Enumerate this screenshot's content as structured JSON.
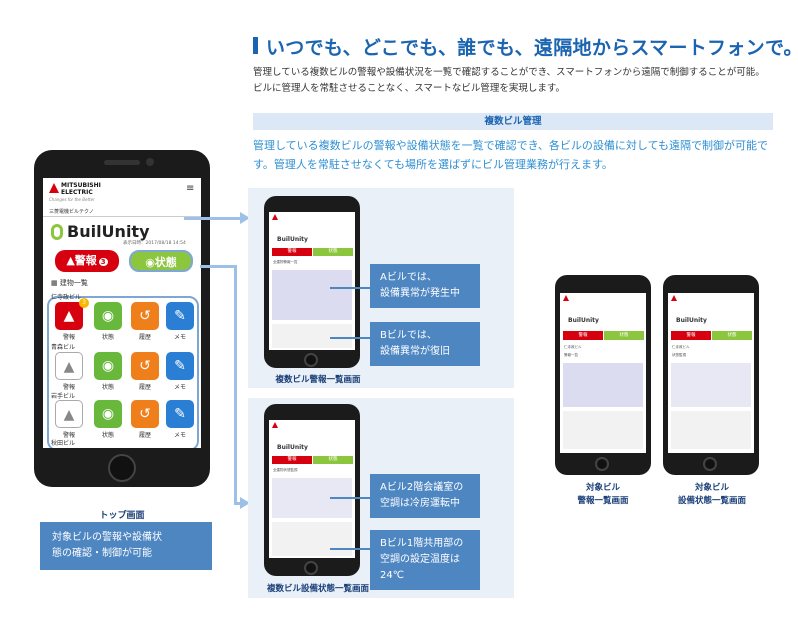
{
  "heading": {
    "title": "いつでも、どこでも、誰でも、遠隔地からスマートフォンで。",
    "lead": "管理している複数ビルの警報や設備状況を一覧で確認することができ、スマートフォンから遠隔で制御することが可能。ビルに管理人を常駐させることなく、スマートなビル管理を実現します。"
  },
  "section": {
    "band": "複数ビル管理",
    "desc": "管理している複数ビルの警報や設備状態を一覧で確認でき、各ビルの設備に対しても遠隔で制御が可能です。管理人を常駐させなくても場所を選ばずにビル管理業務が行えます。"
  },
  "main_phone": {
    "brand_line1": "MITSUBISHI",
    "brand_line2": "ELECTRIC",
    "brand_tagline": "Changes for the Better",
    "company": "三菱電機ビルテクノ",
    "app_title": "BuilUnity",
    "timestamp": "表示日時：2017/08/18 14:54",
    "btn_alarm": "警報",
    "alarm_count": "3",
    "btn_state": "状態",
    "list_label": "建物一覧",
    "buildings": [
      {
        "name": "仁寺政ビル",
        "badge": "3"
      },
      {
        "name": "青森ビル"
      },
      {
        "name": "岩手ビル"
      },
      {
        "name": "秋田ビル"
      }
    ],
    "tile_labels": [
      "警報",
      "状態",
      "履歴",
      "メモ"
    ]
  },
  "callouts": {
    "a": "Aビルでは、\n設備異常が発生中",
    "b": "Bビルでは、\n設備異常が復旧",
    "c": "Aビル2階会議室の\n空調は冷房運転中",
    "d": "Bビル1階共用部の\n空調の設定温度は24℃"
  },
  "captions": {
    "alarm_list": "複数ビル警報一覧画面",
    "state_list": "複数ビル設備状態一覧画面",
    "top": "トップ画面",
    "target_alarm": "対象ビル\n警報一覧画面",
    "target_state": "対象ビル\n設備状態一覧画面"
  },
  "info": "対象ビルの警報や設備状\n態の確認・制御が可能",
  "mini": {
    "alarm_title": "全建物警報一覧",
    "state_title": "全建物状態監視",
    "app_title": "BuilUnity",
    "alarm": "警報",
    "state": "状態",
    "target_building": "仁寺政ビル",
    "alarm_list_label": "警報一覧",
    "state_list_label": "状態監視"
  },
  "colors": {
    "brand_blue": "#1b64b0",
    "alarm_red": "#d7000f",
    "state_green": "#8cc63f",
    "callout_blue": "#4e86c2"
  }
}
